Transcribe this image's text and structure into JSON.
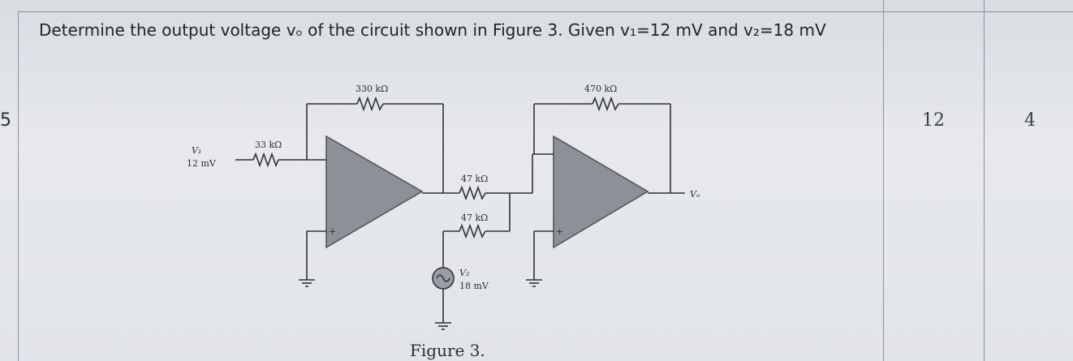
{
  "row": {
    "number": "5",
    "co": "12",
    "marks": "4"
  },
  "question": {
    "text": "Determine the output voltage vₒ of the circuit shown in Figure 3. Given v₁=12 mV and v₂=18 mV"
  },
  "figure": {
    "caption": "Figure 3.",
    "labels": {
      "r_feedback_1": "330 kΩ",
      "r_input_1": "33 kΩ",
      "v1_name": "V₁",
      "v1_value": "12 mV",
      "r_mid_top": "47 kΩ",
      "r_mid_bottom": "47 kΩ",
      "v2_name": "V₂",
      "v2_value": "18 mV",
      "r_feedback_2": "470 kΩ",
      "output_name": "Vₒ",
      "plus_1": "+",
      "plus_2": "+"
    }
  }
}
